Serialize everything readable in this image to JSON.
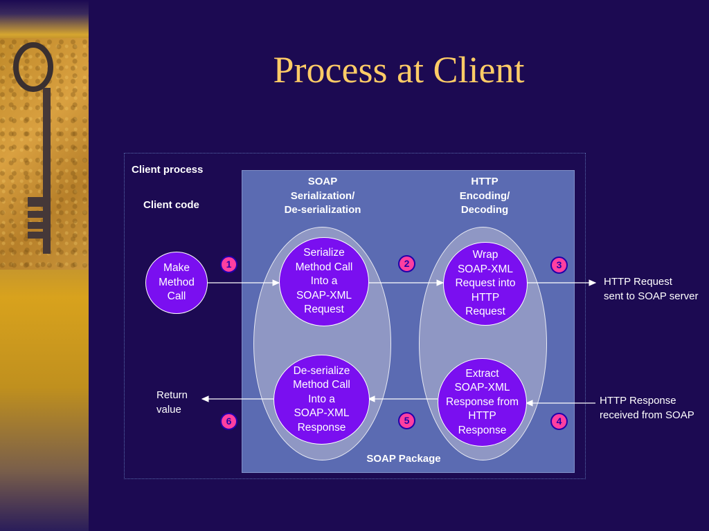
{
  "title": "Process at Client",
  "diagram": {
    "client_process_label": "Client process",
    "client_code_label": "Client code",
    "soap_header": "SOAP\nSerialization/\nDe-serialization",
    "http_header": "HTTP\nEncoding/\nDecoding",
    "package_label": "SOAP Package",
    "nodes": {
      "make_call": "Make\nMethod\nCall",
      "serialize": "Serialize\nMethod Call\nInto a\nSOAP-XML\nRequest",
      "wrap": "Wrap\nSOAP-XML\nRequest into\nHTTP\nRequest",
      "extract": "Extract\nSOAP-XML\nResponse from\nHTTP\nResponse",
      "deserialize": "De-serialize\nMethod Call\nInto a\nSOAP-XML\nResponse"
    },
    "http_request_out": "HTTP Request\nsent to SOAP server",
    "http_response_in": "HTTP Response\nreceived from SOAP",
    "return_value": "Return\nvalue",
    "steps": [
      "1",
      "2",
      "3",
      "4",
      "5",
      "6"
    ]
  },
  "colors": {
    "background": "#1c0a52",
    "title": "#ffcc66",
    "node_fill": "#7a0ff0",
    "package_fill": "#5b6bb2",
    "badge_fill": "#ff3fa0"
  }
}
